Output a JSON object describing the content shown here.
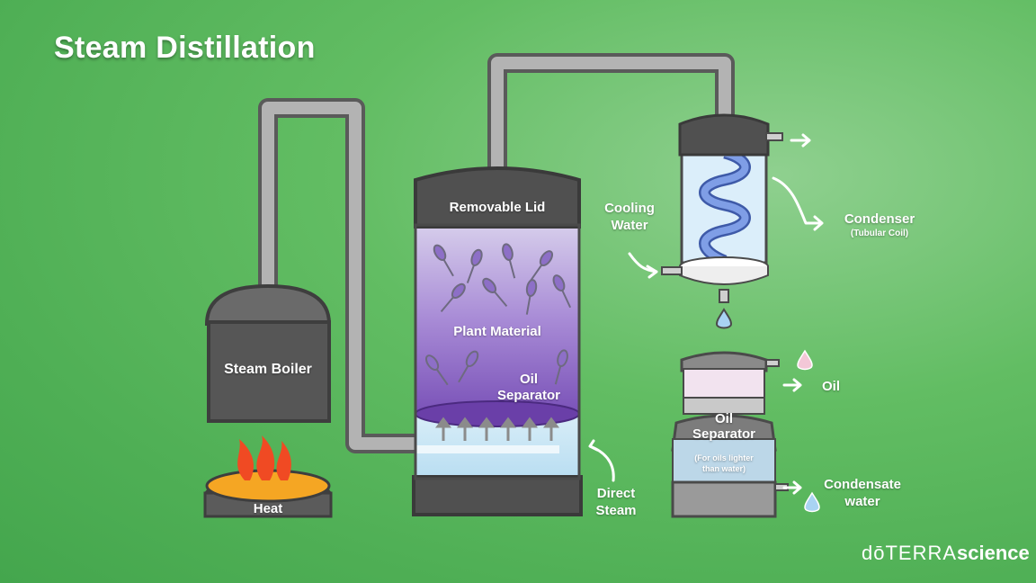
{
  "title": "Steam Distillation",
  "labels": {
    "steam_boiler": "Steam Boiler",
    "heat": "Heat",
    "removable_lid": "Removable Lid",
    "plant_material": "Plant Material",
    "oil_separator_1": "Oil",
    "oil_separator_2": "Separator",
    "direct_steam_1": "Direct",
    "direct_steam_2": "Steam",
    "cooling_water_1": "Cooling",
    "cooling_water_2": "Water",
    "condenser": "Condenser",
    "condenser_sub": "(Tubular Coil)",
    "oil": "Oil",
    "separator_oil": "Oil",
    "separator_word": "Separator",
    "separator_note_1": "(For oils lighter",
    "separator_note_2": "than water)",
    "condensate_1": "Condensate",
    "condensate_2": "water"
  },
  "logo": {
    "brand": "dōTERRA",
    "suffix": "science"
  },
  "colors": {
    "background": "#5cba60",
    "pipe": "#a9a9a9",
    "vessel_dark": "#505050",
    "plant_purple": "#9a7fd1",
    "flame": "#f04a23",
    "heat_plate": "#f5a623",
    "coil": "#7f9ee6",
    "droplet_water": "#a9d3f3",
    "droplet_oil": "#f3c7d7"
  }
}
